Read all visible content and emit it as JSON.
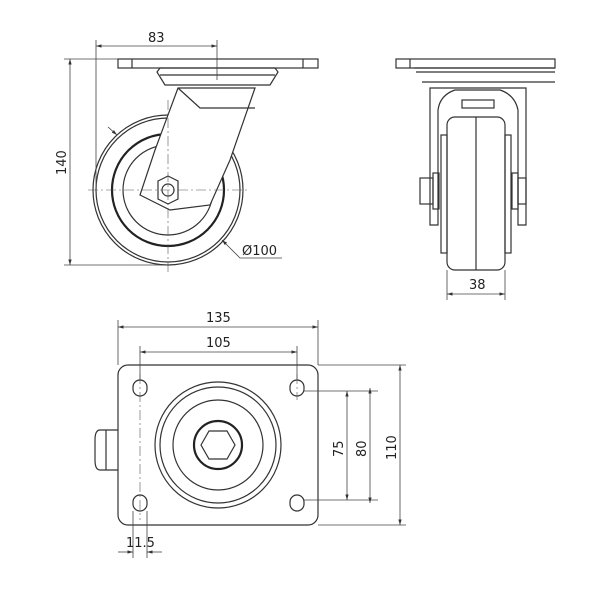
{
  "dimensions": {
    "offset": "83",
    "height": "140",
    "wheel_diameter": "Ø100",
    "wheel_width": "38",
    "plate_length": "135",
    "hole_spacing_length": "105",
    "hole_spacing_width": "75",
    "plate_width_inner": "80",
    "plate_width": "110",
    "hole_diameter": "11.5"
  },
  "colors": {
    "line": "#333333",
    "background": "#ffffff"
  }
}
